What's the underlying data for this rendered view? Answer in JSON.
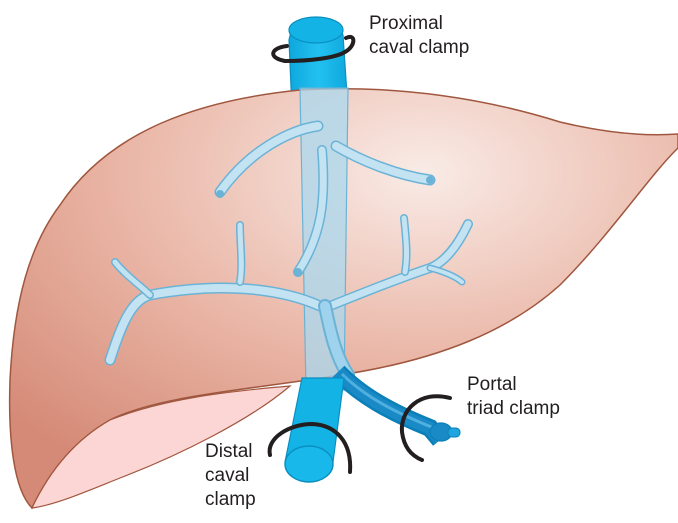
{
  "labels": {
    "proximal_caval_clamp": [
      "Proximal",
      "caval clamp"
    ],
    "portal_triad_clamp": [
      "Portal",
      "triad clamp"
    ],
    "distal_caval_clamp": [
      "Distal",
      "caval",
      "clamp"
    ]
  },
  "colors": {
    "liver_fill_light": "#f7e1da",
    "liver_fill_dark": "#d48b78",
    "liver_outline": "#a0573f",
    "liver_underside": "#fbd2d0",
    "vena_cava": "#19b8ea",
    "vena_cava_dark": "#0a8fc0",
    "vessel_fill": "#bfe0f0",
    "vessel_outline": "#6bb3d6",
    "portal_vein": "#1a8ac7",
    "clamp": "#231f20"
  }
}
